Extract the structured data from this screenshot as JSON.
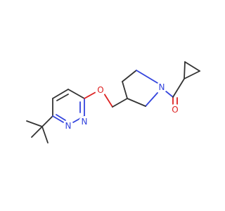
{
  "diagram": {
    "type": "chemical-structure",
    "atom_labels": {
      "o_ether": "O",
      "o_carbonyl": "O",
      "n_pyrrolidine": "N",
      "n_pyridazine_1": "N",
      "n_pyridazine_2": "N"
    },
    "colors": {
      "bond": "#333333",
      "nitrogen": "#3344dd",
      "oxygen": "#dd2222",
      "background": "#ffffff"
    }
  }
}
